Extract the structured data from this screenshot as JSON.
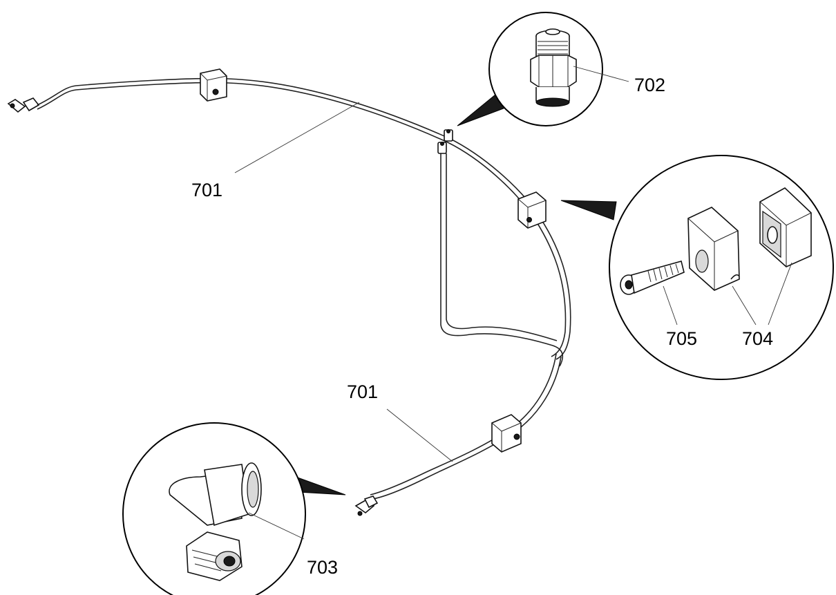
{
  "diagram": {
    "labels": {
      "tube_upper": "701",
      "tube_lower": "701",
      "straight_fitting": "702",
      "elbow_fitting": "703",
      "clamp_block": "704",
      "screw": "705"
    }
  }
}
